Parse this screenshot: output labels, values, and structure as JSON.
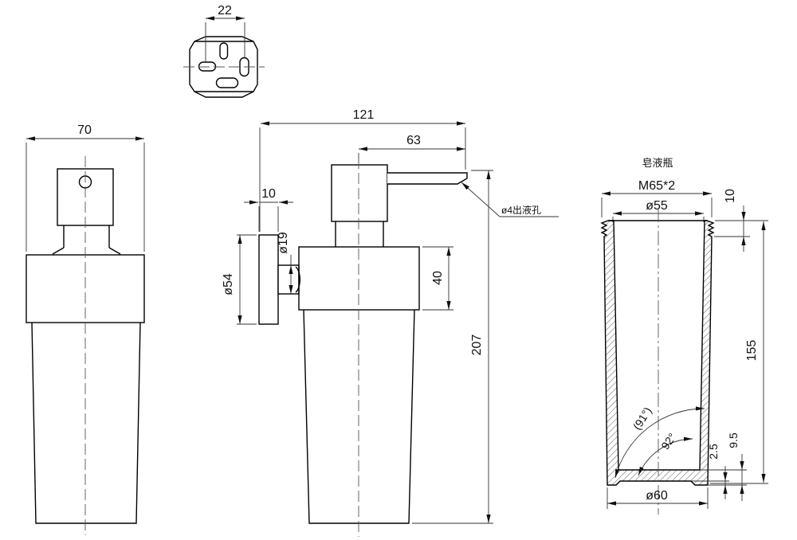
{
  "top_view": {
    "slot_spacing": "22"
  },
  "front_view": {
    "width": "70"
  },
  "side_view": {
    "total_depth": "121",
    "spout_reach": "63",
    "plate_thickness": "10",
    "plate_diameter": "ø54",
    "arm_diameter": "ø19",
    "holder_height": "40",
    "total_height": "207",
    "outlet_note": "ø4出液孔"
  },
  "bottle_view": {
    "label": "皂液瓶",
    "thread_spec": "M65*2",
    "inner_diameter": "ø55",
    "thread_height": "10",
    "body_height": "155",
    "outer_angle": "(91°)",
    "inner_angle": "92°",
    "recess_depth": "2.5",
    "base_thickness": "9.5",
    "base_diameter": "ø60"
  }
}
